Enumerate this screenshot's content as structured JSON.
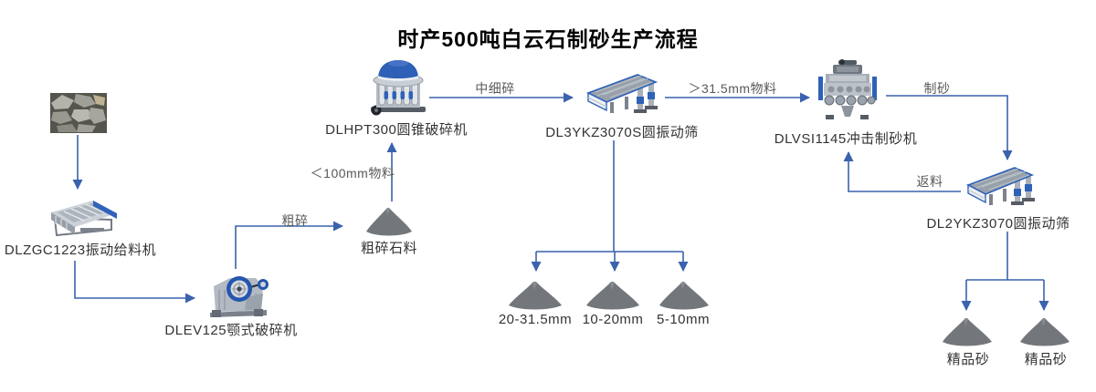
{
  "title": "时产500吨白云石制砂生产流程",
  "machines": {
    "feeder": "DLZGC1223振动给料机",
    "jaw_crusher": "DLEV125颚式破碎机",
    "cone_crusher": "DLHPT300圆锥破碎机",
    "screen_3yk": "DL3YKZ3070S圆振动筛",
    "sand_maker": "DLVSI1145冲击制砂机",
    "screen_2yk": "DL2YKZ3070圆振动筛"
  },
  "piles": {
    "coarse": "粗碎石料",
    "p20_315": "20-31.5mm",
    "p10_20": "10-20mm",
    "p5_10": "5-10mm",
    "fine_left": "精品砂",
    "fine_right": "精品砂"
  },
  "flows": {
    "coarse": "粗碎",
    "under100": "＜100mm物料",
    "medium_fine": "中细碎",
    "over315": "＞31.5mm物料",
    "sand": "制砂",
    "return": "返料"
  },
  "colors": {
    "arrow": "#3a62ae",
    "machine_label": "#333333",
    "flow_label": "#595959",
    "pile_gray": "#73777b",
    "machine_blue": "#2e62b8",
    "title": "#000000"
  }
}
